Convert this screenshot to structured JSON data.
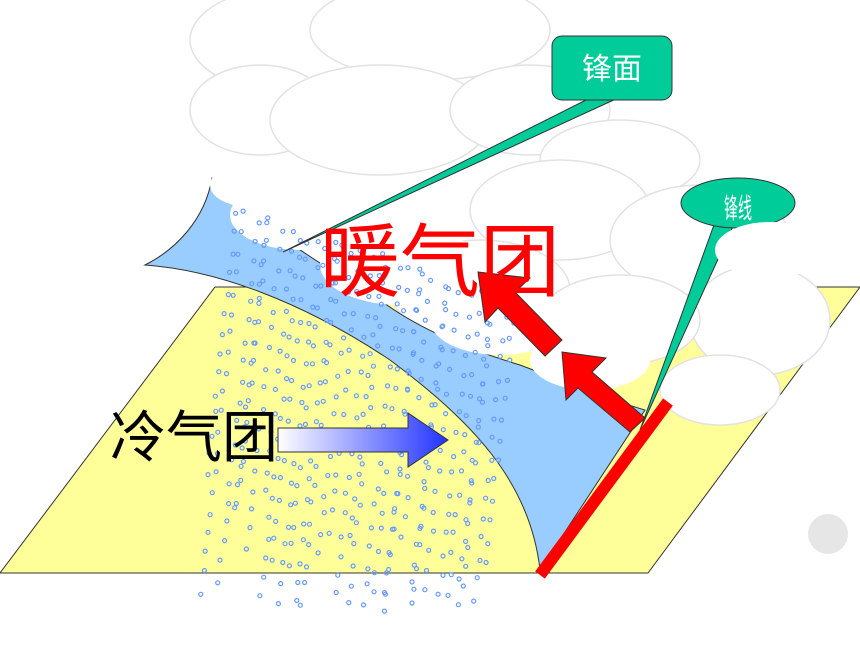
{
  "labels": {
    "front_surface": "锋面",
    "front_line": "锋线",
    "warm_air_mass": "暖气团",
    "cold_air_mass": "冷气团"
  },
  "colors": {
    "ground": "#ffff99",
    "front_wedge": "#99ccff",
    "warm_label": "#ff0000",
    "cold_label": "#000000",
    "callout": "#00cc99",
    "front_line": "#ff0000",
    "rain_dots": "#6699ff",
    "cold_arrow": "#3333ff"
  },
  "icons": {
    "warm_rise": "red-arrow-up-left",
    "cold_push": "blue-arrow-right"
  }
}
